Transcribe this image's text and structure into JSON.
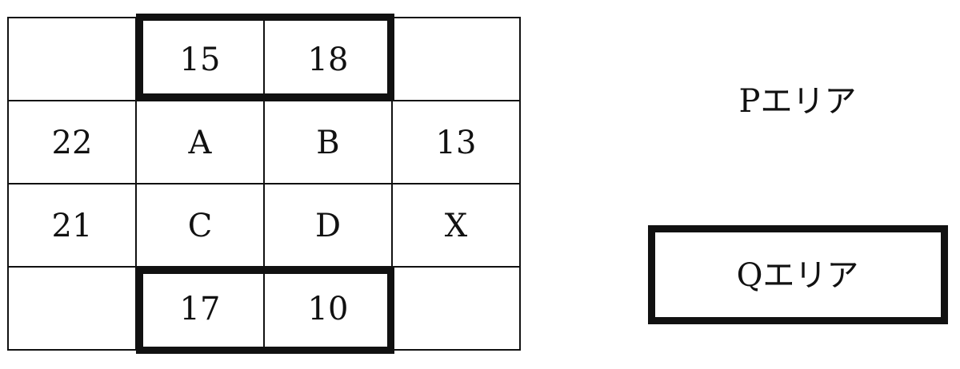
{
  "grid": {
    "rows": [
      [
        "",
        "15",
        "18",
        ""
      ],
      [
        "22",
        "A",
        "B",
        "13"
      ],
      [
        "21",
        "C",
        "D",
        "X"
      ],
      [
        "",
        "17",
        "10",
        ""
      ]
    ]
  },
  "legend": {
    "p_area_label": "Pエリア",
    "q_area_label": "Qエリア"
  },
  "colors": {
    "line": "#111111",
    "background": "#ffffff"
  }
}
